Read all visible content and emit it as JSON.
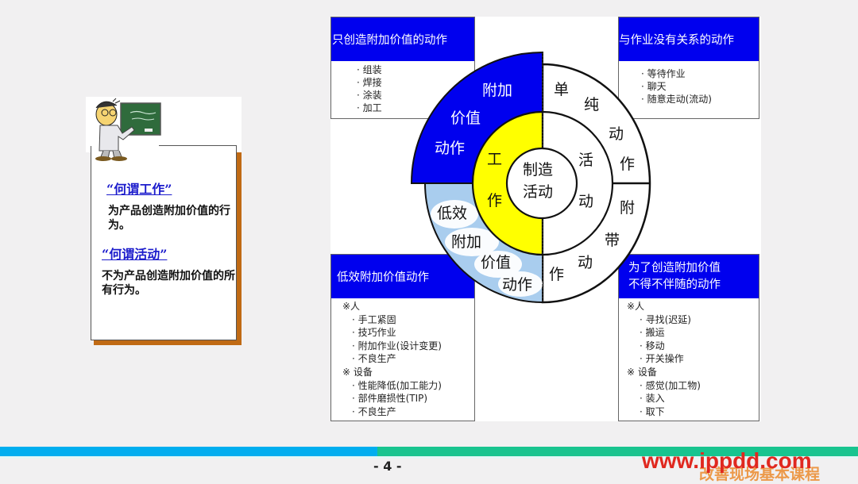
{
  "left_card": {
    "heading_work": "“何谓工作”",
    "text_work": "为产品创造附加价值的行为。",
    "heading_activity": "“何谓活动”",
    "text_activity": "不为产品创造附加价值的所有行为。",
    "illustration": "teacher-at-blackboard-icon"
  },
  "boxes": {
    "top_left": {
      "title": "只创造附加价值的动作",
      "items": [
        "· 组装",
        "· 焊接",
        "· 涂装",
        "· 加工"
      ]
    },
    "top_right": {
      "title": "与作业没有关系的动作",
      "items": [
        "· 等待作业",
        "· 聊天",
        "· 随意走动(流动)"
      ]
    },
    "bottom_left": {
      "title": "低效附加价值动作",
      "items": [
        "※人",
        "· 手工紧固",
        "· 技巧作业",
        "· 附加作业(设计变更)",
        "· 不良生产",
        "※ 设备",
        "· 性能降低(加工能力)",
        "· 部件磨损性(TIP)",
        "· 不良生产"
      ]
    },
    "bottom_right": {
      "title_line1": "为了创造附加价值",
      "title_line2": "不得不伴随的动作",
      "items": [
        "※人",
        "· 寻找(迟延)",
        "· 搬运",
        "· 移动",
        "· 开关操作",
        "※ 设备",
        "· 感觉(加工物)",
        "· 装入",
        "· 取下"
      ]
    }
  },
  "diagram": {
    "center": {
      "line1": "制造",
      "line2": "活动"
    },
    "work_ring": {
      "char1": "工",
      "char2": "作"
    },
    "activity_ring": {
      "char1": "活",
      "char2": "动"
    },
    "value_added": {
      "line1": "附加",
      "line2": "价值",
      "line3": "动作"
    },
    "low_eff": {
      "line1": "低效",
      "line2": "附加",
      "line3": "价值",
      "line4": "动作"
    },
    "simple": {
      "c1": "单",
      "c2": "纯",
      "c3": "动",
      "c4": "作"
    },
    "incidental": {
      "c1": "附",
      "c2": "带",
      "c3": "动",
      "c4": "作"
    },
    "colors": {
      "value_added": "#0000ee",
      "work": "#ffff00",
      "low_eff": "#a9cdee",
      "outline": "#111111"
    }
  },
  "footer": {
    "page_number": "- 4 -",
    "watermark_url": "www.ippdd.com",
    "watermark_sub": "改善现场基本课程",
    "bar_colors": {
      "left": "#00aeef",
      "right": "#18c48f"
    }
  }
}
